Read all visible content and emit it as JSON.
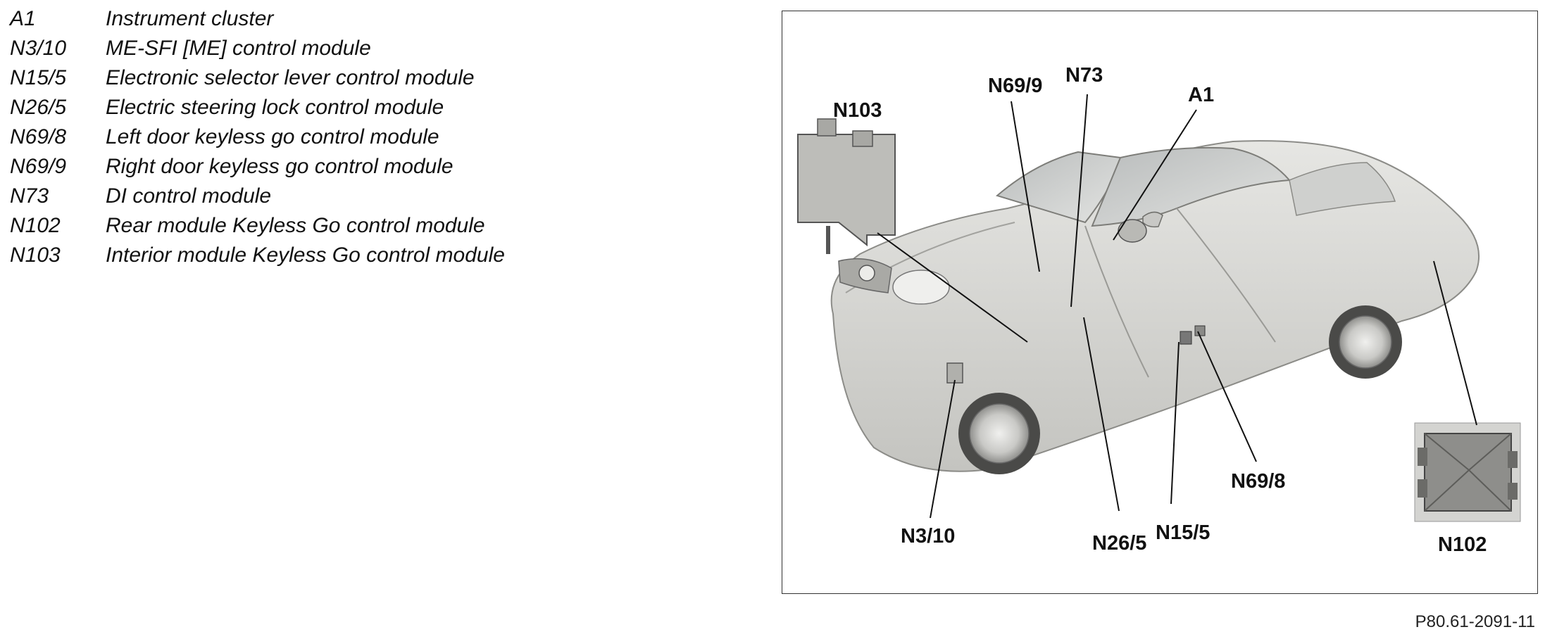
{
  "legend": [
    {
      "code": "A1",
      "desc": "Instrument cluster"
    },
    {
      "code": "N3/10",
      "desc": "ME-SFI [ME] control module"
    },
    {
      "code": "N15/5",
      "desc": "Electronic selector lever control module"
    },
    {
      "code": "N26/5",
      "desc": "Electric steering lock control module"
    },
    {
      "code": "N69/8",
      "desc": "Left door keyless go control module"
    },
    {
      "code": "N69/9",
      "desc": "Right door keyless go control module"
    },
    {
      "code": "N73",
      "desc": "DI control module"
    },
    {
      "code": "N102",
      "desc": "Rear module Keyless Go control module"
    },
    {
      "code": "N103",
      "desc": "Interior module Keyless Go control module"
    }
  ],
  "callouts": {
    "n103": "N103",
    "n69_9": "N69/9",
    "n73": "N73",
    "a1": "A1",
    "n69_8": "N69/8",
    "n3_10": "N3/10",
    "n26_5": "N26/5",
    "n15_5": "N15/5",
    "n102": "N102"
  },
  "reference": "P80.61-2091-11",
  "colors": {
    "body": "#d9d9d6",
    "line": "#111111",
    "module": "#bdbdb9"
  }
}
